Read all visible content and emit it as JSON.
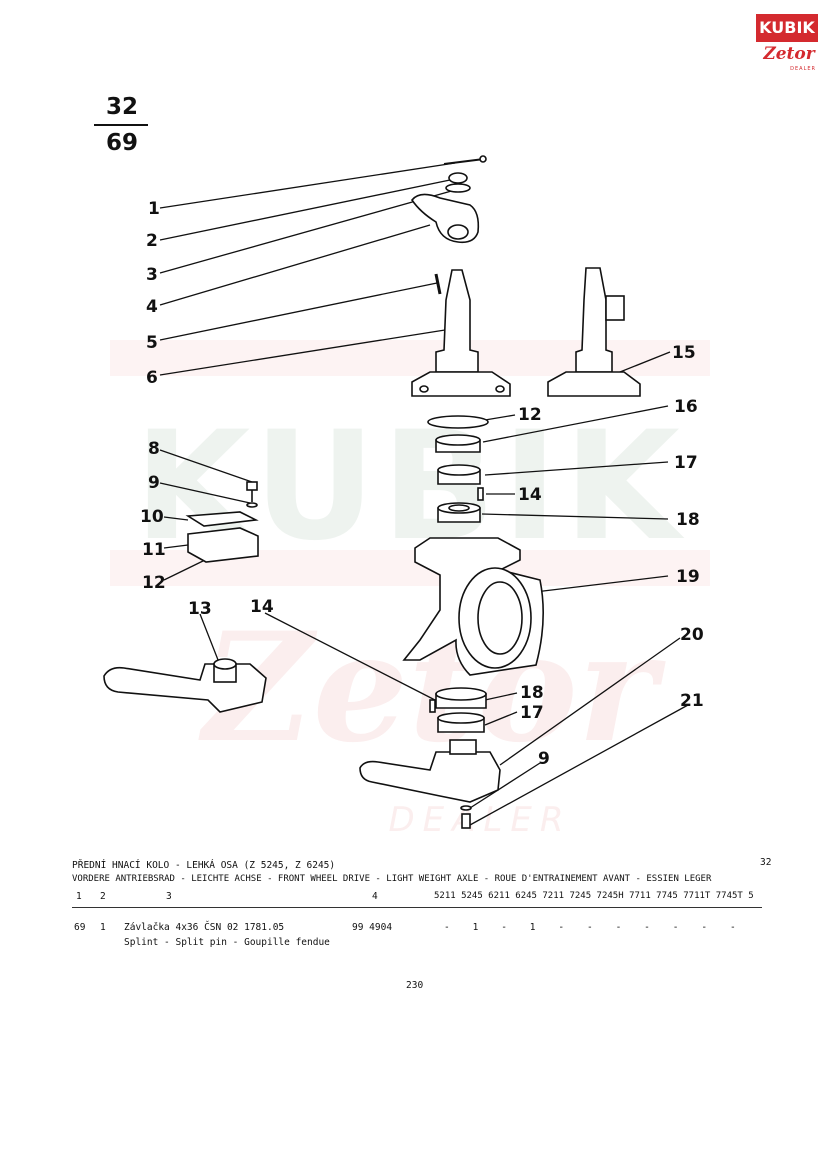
{
  "logo": {
    "top_text": "KUBIK",
    "bottom_text": "Zetor",
    "dealer_text": "DEALER"
  },
  "page_ref": {
    "numerator": "32",
    "denominator": "69"
  },
  "watermark": {
    "brand": "KUBIK",
    "zetor": "Zetor",
    "dealer": "DEALER"
  },
  "diagram_labels": {
    "l1": "1",
    "l2": "2",
    "l3": "3",
    "l4": "4",
    "l5": "5",
    "l6": "6",
    "l8": "8",
    "l9a": "9",
    "l10": "10",
    "l11": "11",
    "l12a": "12",
    "l12b": "12",
    "l13": "13",
    "l14a": "14",
    "l14b": "14",
    "l15": "15",
    "l16": "16",
    "l17a": "17",
    "l17b": "17",
    "l18a": "18",
    "l18b": "18",
    "l19": "19",
    "l20": "20",
    "l21": "21",
    "l9b": "9"
  },
  "caption": {
    "title_cz": "PŘEDNÍ HNACÍ KOLO - LEHKÁ OSA (Z 5245, Z 6245)",
    "title_multi": "VORDERE ANTRIEBSRAD - LEICHTE ACHSE - FRONT WHEEL DRIVE - LIGHT WEIGHT AXLE - ROUE D'ENTRAINEMENT AVANT - ESSIEN LEGER",
    "section_number": "32",
    "col1": "1",
    "col2": "2",
    "col3": "3",
    "col4": "4",
    "models": "5211 5245 6211 6245 7211 7245 7245H 7711 7745 7711T 7745T 5"
  },
  "parts_row": {
    "position": "69",
    "qty": "1",
    "name_cz": "Závlačka 4x36 ČSN 02 1781.05",
    "names_translated": "Splint - Split pin - Goupille fendue",
    "part_number": "99 4904",
    "applicability": "-    1    -    1    -    -    -    -    -    -    -"
  },
  "footer": {
    "page_number": "230"
  }
}
